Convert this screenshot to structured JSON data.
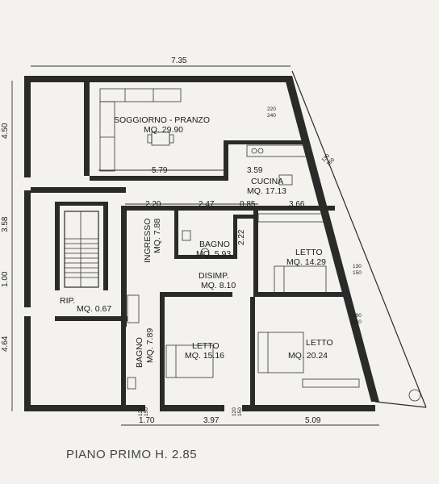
{
  "title": "PIANO PRIMO H. 2.85",
  "rooms": {
    "soggiorno_name": "SOGGIORNO - PRANZO",
    "soggiorno_area": "MQ. 29.90",
    "cucina_name": "CUCINA",
    "cucina_area": "MQ. 17.13",
    "ingresso": "INGRESSO",
    "ingresso_area": "MQ. 7.88",
    "bagno1_name": "BAGNO",
    "bagno1_area": "MQ. 5.93",
    "letto1_name": "LETTO",
    "letto1_area": "MQ. 14.29",
    "disimp_name": "DISIMP.",
    "disimp_area": "MQ. 8.10",
    "rip_name": "RIP.",
    "rip_area": "MQ. 0.67",
    "bagno2_name": "BAGNO",
    "bagno2_area": "MQ. 7.89",
    "letto2_name": "LETTO",
    "letto2_area": "MQ. 15.16",
    "letto3_name": "LETTO",
    "letto3_area": "MQ. 20.24"
  },
  "dimensions": {
    "top_width": "7.35",
    "left_450": "4.50",
    "left_358": "3.58",
    "left_100": "1.00",
    "left_464": "4.64",
    "d579": "5.79",
    "d359": "3.59",
    "d220": "2.20",
    "d247": "2.47",
    "d085": "0.85",
    "d366": "3.66",
    "d222": "2.22",
    "bottom_170": "1.70",
    "bottom_397": "3.97",
    "bottom_509": "5.09"
  },
  "window_marks": {
    "w1_top": "220",
    "w1_bot": "240",
    "w2_top": "130",
    "w2_bot": "160",
    "w3_top": "130",
    "w3_bot": "150",
    "w4_top": "180",
    "w4_bot": "240",
    "w5_top": "120",
    "w5_bot": "150",
    "w6_top": "120",
    "w6_bot": "150"
  }
}
